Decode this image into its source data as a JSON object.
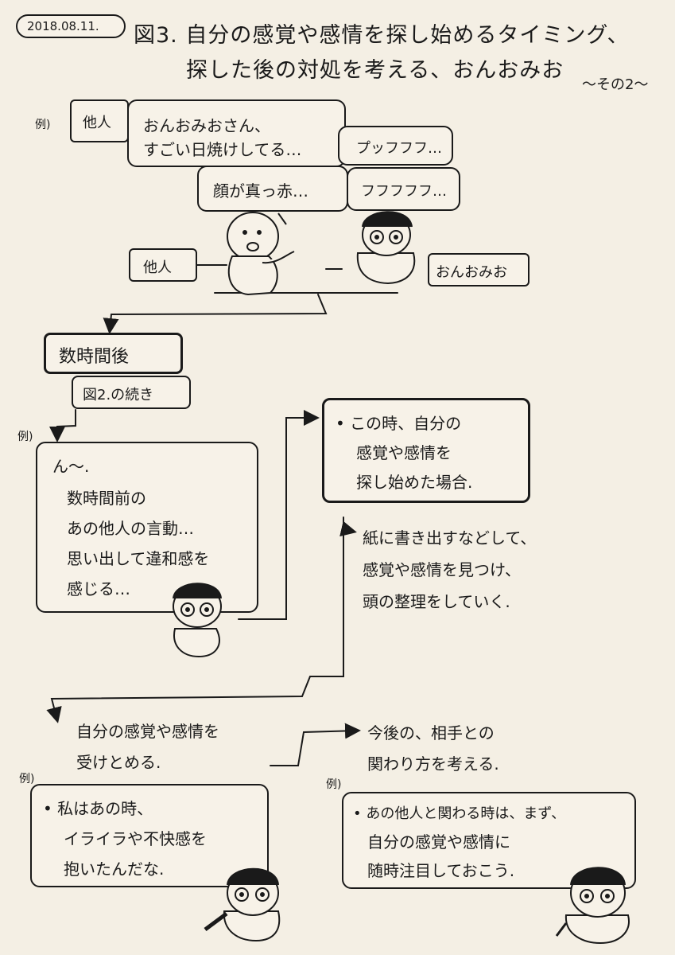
{
  "header": {
    "date": "2018.08.11.",
    "title_line1": "図3. 自分の感覚や感情を探し始めるタイミング、",
    "title_line2": "探した後の対処を考える、おんおみお",
    "part": "〜その2〜"
  },
  "scene1": {
    "example_label": "例)",
    "other_label": "他人",
    "speech1_line1": "おんおみおさん、",
    "speech1_line2": "すごい日焼けしてる…",
    "speech2": "プッフフフ…",
    "speech3": "顔が真っ赤…",
    "speech4": "フフフフフ…",
    "other_tag": "他人",
    "self_tag": "おんおみお"
  },
  "flow": {
    "hours_later": "数時間後",
    "continuation": "図2.の続き",
    "example_label2": "例)",
    "thought_title": "ん〜.",
    "thought_line1": "数時間前の",
    "thought_line2": "あの他人の言動…",
    "thought_line3": "思い出して違和感を",
    "thought_line4": "感じる…",
    "condition_line1": "• この時、自分の",
    "condition_line2": "感覚や感情を",
    "condition_line3": "探し始めた場合.",
    "step_write_line1": "紙に書き出すなどして、",
    "step_write_line2": "感覚や感情を見つけ、",
    "step_write_line3": "頭の整理をしていく.",
    "accept_line1": "自分の感覚や感情を",
    "accept_line2": "受けとめる.",
    "future_line1": "今後の、相手との",
    "future_line2": "関わり方を考える."
  },
  "examples": {
    "left_label": "例)",
    "left_line1": "• 私はあの時、",
    "left_line2": "イライラや不快感を",
    "left_line3": "抱いたんだな.",
    "right_label": "例)",
    "right_line1": "• あの他人と関わる時は、まず、",
    "right_line2": "自分の感覚や感情に",
    "right_line3": "随時注目しておこう."
  }
}
